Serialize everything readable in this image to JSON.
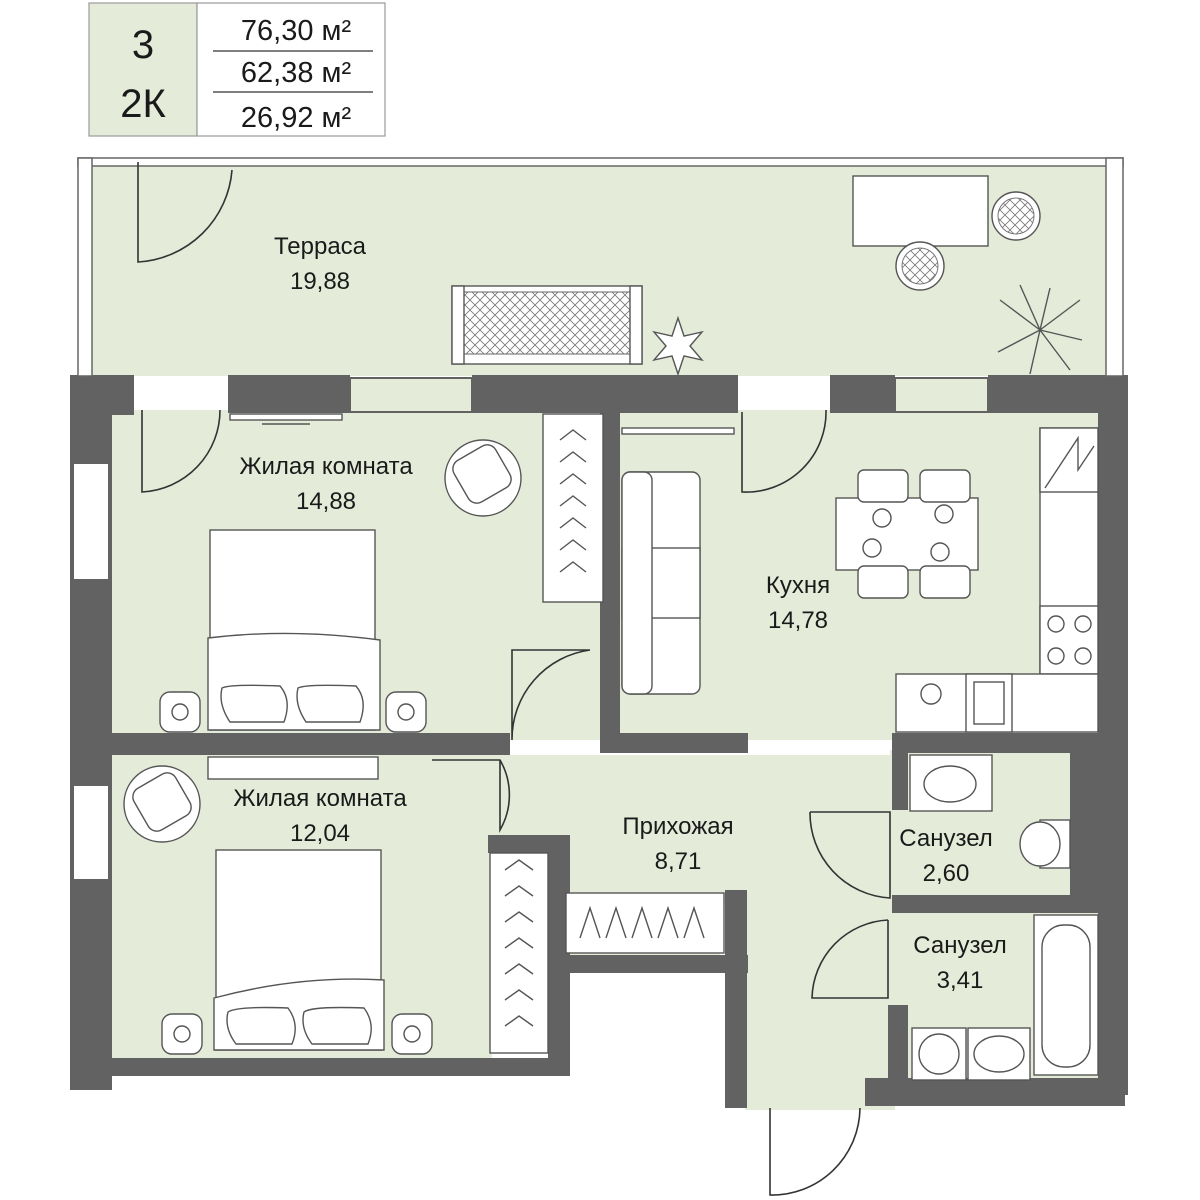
{
  "header": {
    "number": "3",
    "type": "2К",
    "areas": [
      "76,30 м²",
      "62,38 м²",
      "26,92 м²"
    ]
  },
  "rooms": [
    {
      "name": "Терраса",
      "area": "19,88"
    },
    {
      "name": "Жилая комната",
      "area": "14,88"
    },
    {
      "name": "Кухня",
      "area": "14,78"
    },
    {
      "name": "Жилая комната",
      "area": "12,04"
    },
    {
      "name": "Прихожая",
      "area": "8,71"
    },
    {
      "name": "Санузел",
      "area": "2,60"
    },
    {
      "name": "Санузел",
      "area": "3,41"
    }
  ],
  "colors": {
    "floor": "#e4ecd9",
    "wall": "#626262",
    "header_fill": "#e4ecd9"
  }
}
